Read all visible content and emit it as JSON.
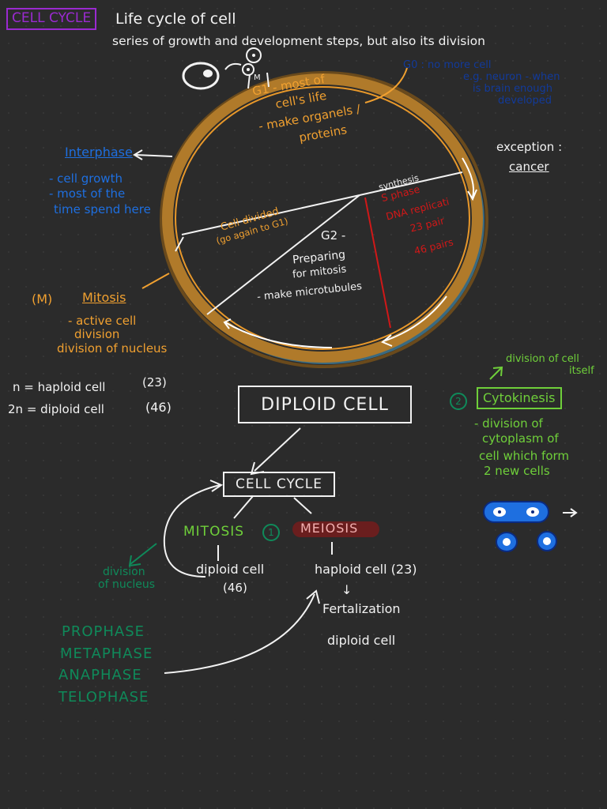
{
  "header": {
    "title": "CELL CYCLE",
    "line1": "Life cycle of cell",
    "line2": "series of growth and development steps, but also its division"
  },
  "g0": {
    "label": "G0 : no more cell",
    "line2": "e.g. neuron - when",
    "line3": "is brain enough",
    "line4": "developed"
  },
  "exception": {
    "label": "exception :",
    "value": "cancer"
  },
  "circle": {
    "m_label": "M",
    "g1": [
      "G1 - most of",
      "cell's life",
      "- make organels /",
      "proteins"
    ],
    "s_phase": [
      "synthesis",
      "S phase",
      "DNA replicati",
      "23 pair",
      "46 pairs"
    ],
    "g2": [
      "G2 -",
      "Preparing",
      "for mitosis",
      "- make microtubules"
    ],
    "cell_divided": [
      "Cell divided",
      "(go again to G1)"
    ]
  },
  "interphase": {
    "title": "Interphase",
    "items": [
      "- cell growth",
      "- most of the",
      "time spend here"
    ]
  },
  "mitosis_note": {
    "m": "(M)",
    "title": "Mitosis",
    "items": [
      "- active cell",
      "division",
      "division of nucleus"
    ]
  },
  "ploidy": {
    "n": "n = haploid cell",
    "n_count": "(23)",
    "two_n": "2n = diploid cell",
    "two_n_count": "(46)"
  },
  "diploid_box": "DIPLOID CELL",
  "cycle_box": "CELL CYCLE",
  "mitosis_branch": {
    "label": "MITOSIS",
    "num": "1",
    "result": "diploid cell",
    "count": "(46)"
  },
  "meiosis_branch": {
    "label": "MEIOSIS",
    "result": "haploid cell (23)",
    "arrow": "↓",
    "fert": "Fertalization",
    "final": "diploid cell"
  },
  "division_nucleus": [
    "division",
    "of nucleus"
  ],
  "phases": [
    "PROPHASE",
    "METAPHASE",
    "ANAPHASE",
    "TELOPHASE"
  ],
  "cytokinesis": {
    "note": [
      "division of cell",
      "itself"
    ],
    "num": "2",
    "title": "Cytokinesis",
    "items": [
      "- division of",
      "cytoplasm of",
      "cell which form",
      "2 new cells"
    ]
  },
  "colors": {
    "background": "#2b2b2b",
    "orange": "#f0a030",
    "blue": "#1e6fe0",
    "red": "#d01818",
    "green": "#6fcf3a",
    "teal": "#0f8a5a",
    "purple": "#9a2ad0"
  }
}
